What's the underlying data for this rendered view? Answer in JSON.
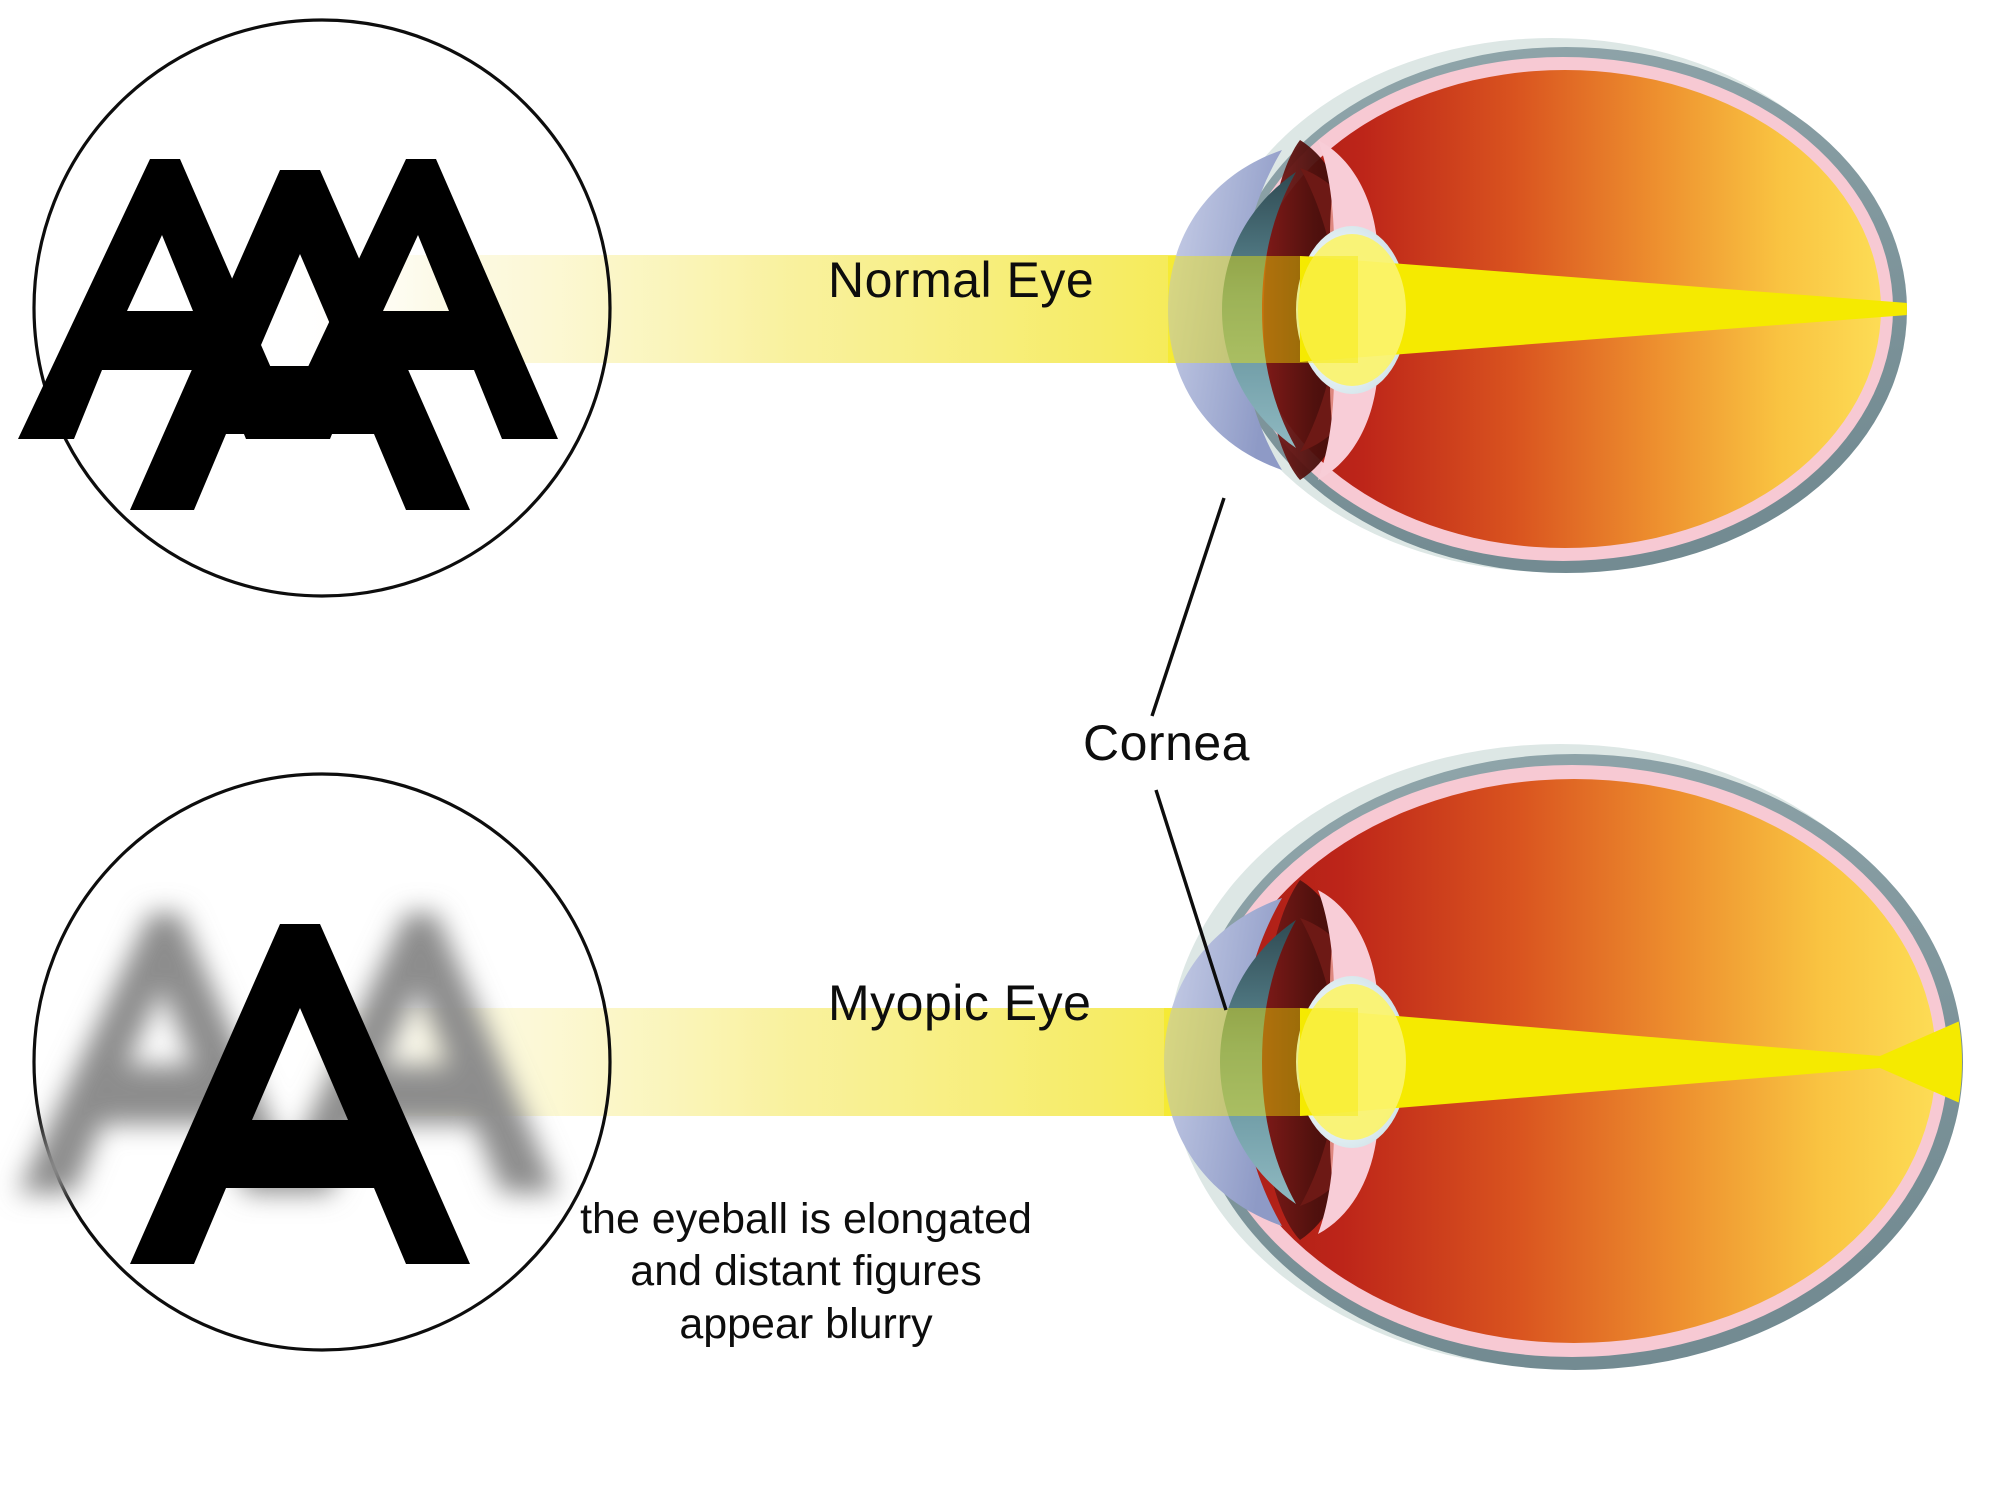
{
  "figure": {
    "title": "Normal Eye vs Myopic Eye cross-section diagram",
    "background_color": "#ffffff"
  },
  "labels": {
    "normal_eye": "Normal Eye",
    "myopic_eye": "Myopic Eye",
    "cornea": "Cornea"
  },
  "caption": {
    "line1": "the eyeball is elongated",
    "line2": "and distant figures",
    "line3": "appear blurry"
  },
  "vision_targets": {
    "sharp": {
      "letters": "AAA",
      "description": "three sharp black letter A glyphs inside a thin circle",
      "letter_color": "#000000",
      "circle_stroke": "#0d0d0d"
    },
    "blurry": {
      "letters": "AAA",
      "description": "center letter A sharp black, outer two letter A blurred gray",
      "sharp_letter_color": "#000000",
      "blurred_letter_color": "#8c8c8c",
      "circle_stroke": "#0d0d0d"
    }
  },
  "colors": {
    "sclera_outer": "#7f969c",
    "sclera_pale": "#dde7e5",
    "choroid_pink": "#f6c7d2",
    "retina_red": "#c0261c",
    "vitreous_orange": "#ef9130",
    "vitreous_yellow": "#fdd64e",
    "iris_dark_red": "#5d1411",
    "cornea_blue": "#b4bcdd",
    "aqueous_teal": "#5f8a94",
    "lens_pale": "#dfecf0",
    "ciliary_salmon": "#d2685e",
    "light_beam": "#f5ea00",
    "light_beam_soft": "#fbf6c6",
    "text": "#0d0d0d"
  },
  "anatomy": {
    "normal_eye": {
      "shape": "round",
      "focus_point": "on the retina",
      "parts": [
        "cornea",
        "iris",
        "lens",
        "ciliary body",
        "sclera",
        "choroid",
        "retina",
        "vitreous humor"
      ]
    },
    "myopic_eye": {
      "shape": "elongated oval",
      "focus_point": "in front of the retina",
      "parts": [
        "cornea",
        "iris",
        "lens",
        "ciliary body",
        "sclera",
        "choroid",
        "retina",
        "vitreous humor"
      ]
    }
  }
}
